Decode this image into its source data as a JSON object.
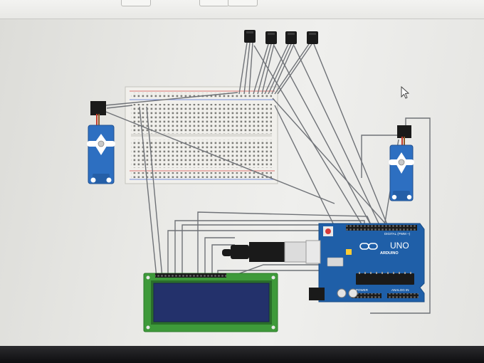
{
  "board": {
    "logo_text": "ARDUINO",
    "model": "UNO",
    "digital_label": "DIGITAL (PWM ~)",
    "power_label": "POWER",
    "analog_label": "ANALOG IN"
  },
  "icons": {
    "cursor": "mouse-pointer-icon",
    "toolbar": [
      "toolbar-button-icon",
      "toolbar-button-icon",
      "toolbar-button-icon"
    ]
  },
  "colors": {
    "board": "#1f5fa8",
    "servo": "#2d6fc1",
    "lcd_pcb": "#3e9a3a",
    "lcd_screen": "#23316b",
    "breadboard": "#f1f0ec",
    "wire": "#6f7277"
  }
}
